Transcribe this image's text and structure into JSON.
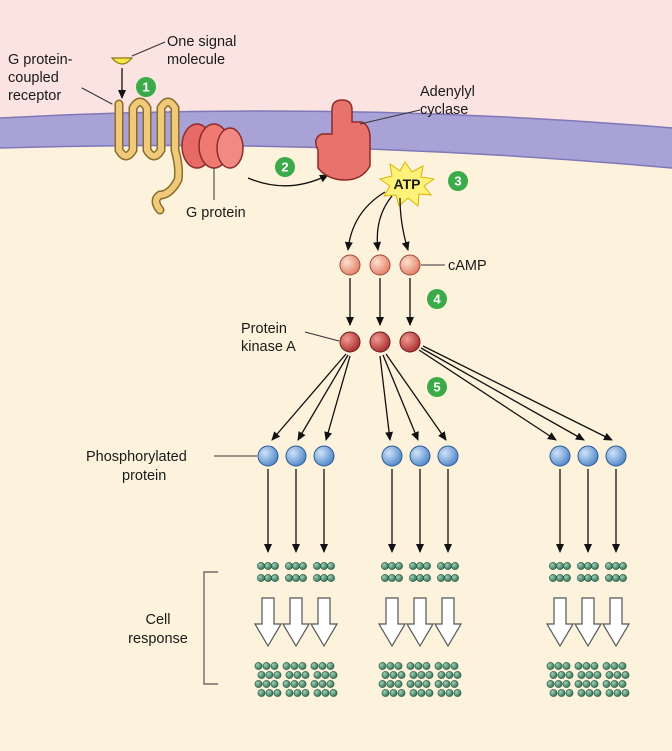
{
  "labels": {
    "signal_molecule": [
      "One signal",
      "molecule"
    ],
    "gpcr": [
      "G protein-",
      "coupled",
      "receptor"
    ],
    "adenylyl_cyclase": [
      "Adenylyl",
      "cyclase"
    ],
    "g_protein": "G protein",
    "atp": "ATP",
    "camp": "cAMP",
    "pka": [
      "Protein",
      "kinase A"
    ],
    "phosphorylated_protein": [
      "Phosphorylated",
      "protein"
    ],
    "cell_response": [
      "Cell",
      "response"
    ]
  },
  "steps": [
    "1",
    "2",
    "3",
    "4",
    "5"
  ],
  "colors": {
    "extracellular": "#fbe3e1",
    "membrane": "#a8a2d6",
    "cytoplasm": "#fdf2dc",
    "step_badge": "#3aab48",
    "receptor": "#f0c97a",
    "g_protein": "#e86a66",
    "adenylyl_cyclase": "#e8736d",
    "atp_burst": "#fff27a",
    "camp": "#f5a98f",
    "pka": "#c9413f",
    "phospho_protein": "#6fa4dc",
    "response_dot": "#4a8b6c"
  }
}
